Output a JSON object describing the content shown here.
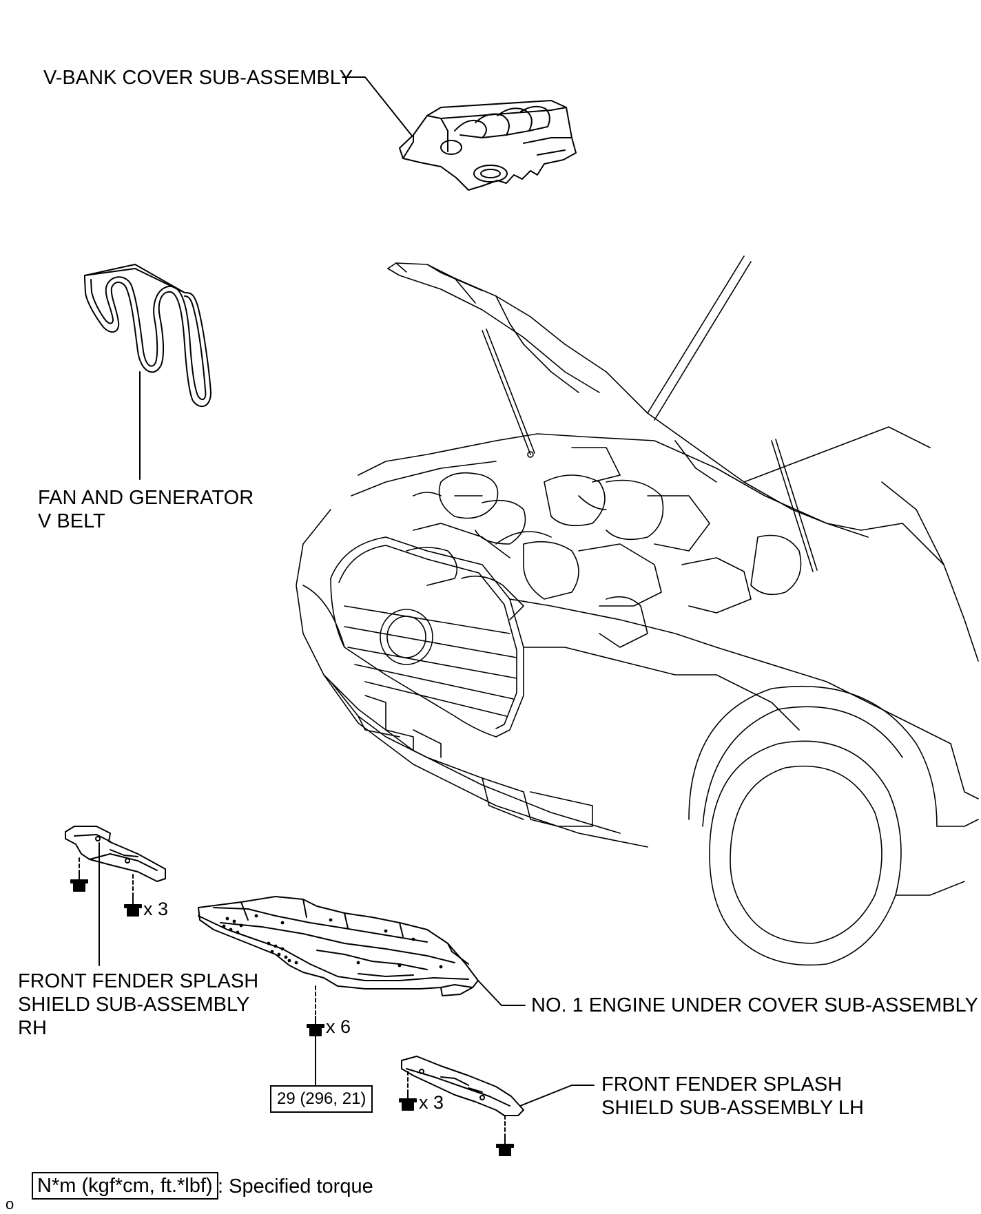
{
  "labels": {
    "vbank": "V-BANK COVER SUB-ASSEMBLY",
    "belt_l1": "FAN AND GENERATOR",
    "belt_l2": "V BELT",
    "rh_l1": "FRONT FENDER SPLASH",
    "rh_l2": "SHIELD SUB-ASSEMBLY",
    "rh_l3": "RH",
    "under_cover": "NO. 1 ENGINE UNDER COVER SUB-ASSEMBLY",
    "lh_l1": "FRONT FENDER SPLASH",
    "lh_l2": "SHIELD SUB-ASSEMBLY LH"
  },
  "quantities": {
    "rh_bolts": "x 3",
    "under_bolts": "x 6",
    "lh_bolts": "x 3"
  },
  "torque": {
    "value": "29 (296, 21)"
  },
  "legend": {
    "unit": "N*m (kgf*cm, ft.*lbf)",
    "desc": ": Specified torque"
  },
  "figure_code": "o"
}
